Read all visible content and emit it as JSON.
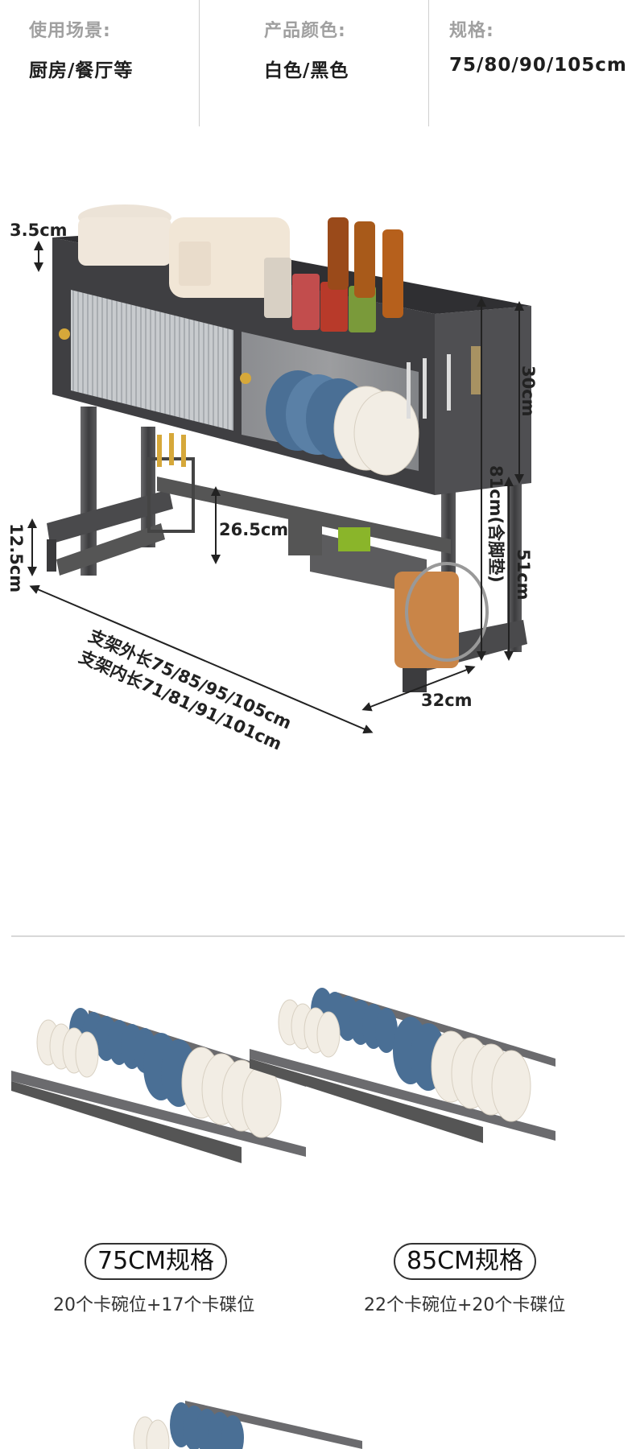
{
  "specs": [
    {
      "label": "使用场景:",
      "value": "厨房/餐厅等"
    },
    {
      "label": "产品颜色:",
      "value": "白色/黑色"
    },
    {
      "label": "规格:",
      "value": "75/80/90/105cm"
    }
  ],
  "dimensions": {
    "top_lip": "3.5cm",
    "upper_height": "30cm",
    "total_height": "81cm(含脚垫)",
    "lower_height": "51cm",
    "foot_height": "12.5cm",
    "inner_clearance": "26.5cm",
    "depth": "32cm",
    "outer_length": "支架外长75/85/95/105cm",
    "inner_length": "支架内长71/81/91/101cm"
  },
  "variants": [
    {
      "title": "75CM规格",
      "desc": "20个卡碗位+17个卡碟位"
    },
    {
      "title": "85CM规格",
      "desc": "22个卡碗位+20个卡碟位"
    }
  ],
  "colors": {
    "frame": "#4a4a4c",
    "plate_blue": "#4a6f95",
    "plate_white": "#f2ede4"
  }
}
